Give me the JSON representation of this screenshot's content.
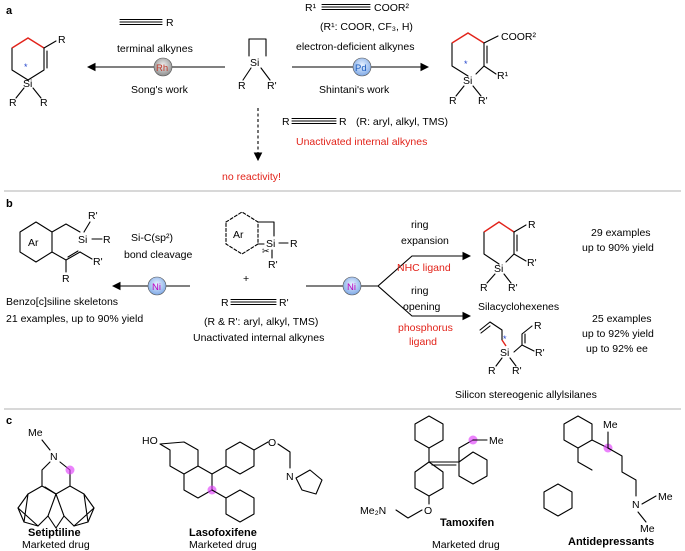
{
  "panel_a": {
    "label": "a",
    "left_reagent": "R",
    "left_line1": "terminal alkynes",
    "left_catalyst": "Rh",
    "left_line2": "Song's work",
    "right_reagent_r1": "R¹",
    "right_reagent_cooR2": "COOR²",
    "right_condition": "(R¹: COOR, CF₃, H)",
    "right_line1": "electron-deficient alkynes",
    "right_catalyst": "Pd",
    "right_line2": "Shintani's work",
    "down_reagent": "(R: aryl, alkyl, TMS)",
    "down_line1": "Unactivated internal alkynes",
    "down_result": "no reactivity!",
    "center_si": "Si",
    "center_r": "R",
    "center_rp": "R'"
  },
  "panel_b": {
    "label": "b",
    "left_line1": "Si-C(sp²)",
    "left_line2": "bond cleavage",
    "left_catalyst": "Ni",
    "left_product_name": "Benzo[c]siline skeletons",
    "left_product_stats": "21 examples, up to 90% yield",
    "center_ar": "Ar",
    "center_plus": "+",
    "center_alkyne_r": "R",
    "center_alkyne_rp": "R'",
    "center_condition": "(R & R': aryl, alkyl, TMS)",
    "center_label": "Unactivated internal alkynes",
    "center_catalyst": "Ni",
    "upper_route1": "ring",
    "upper_route2": "expansion",
    "upper_ligand": "NHC ligand",
    "upper_product": "Silacyclohexenes",
    "upper_stats1": "29 examples",
    "upper_stats2": "up to 90% yield",
    "lower_route1": "ring",
    "lower_route2": "opening",
    "lower_ligand1": "phosphorus",
    "lower_ligand2": "ligand",
    "lower_product": "Silicon stereogenic allylsilanes",
    "lower_stats1": "25 examples",
    "lower_stats2": "up to 92% yield",
    "lower_stats3": "up to 92% ee"
  },
  "panel_c": {
    "label": "c",
    "drugs": [
      {
        "name": "Setiptiline",
        "sub": "Marketed drug"
      },
      {
        "name": "Lasofoxifene",
        "sub": "Marketed drug"
      },
      {
        "name": "Tamoxifen",
        "sub": "Marketed drug"
      },
      {
        "name": "Antidepressants",
        "sub": ""
      }
    ],
    "setiptiline_me": "Me",
    "setiptiline_n": "N",
    "lasofoxifene_ho": "HO",
    "lasofoxifene_o": "O",
    "lasofoxifene_n": "N",
    "tamoxifen_me": "Me",
    "tamoxifen_nme2": "Me₂N",
    "tamoxifen_o": "O",
    "antidep_me": "Me",
    "antidep_n": "N",
    "antidep_me1": "Me",
    "antidep_me2": "Me"
  },
  "colors": {
    "highlight_red": "#e2231a",
    "highlight_magenta": "#e040fb",
    "rh_fill": "#b0b0b0",
    "pd_fill": "#9ec5ff",
    "ni_fill": "#9ec5ff"
  }
}
